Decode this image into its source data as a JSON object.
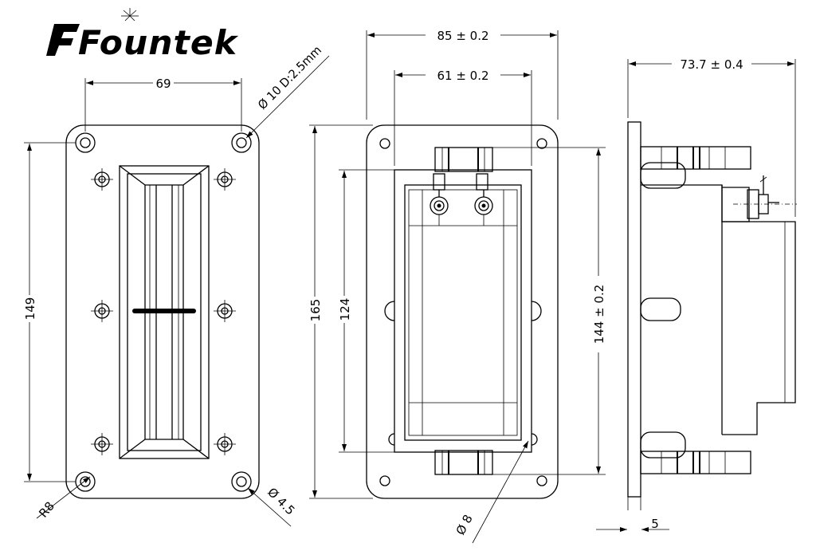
{
  "brand": {
    "name": "Fountek",
    "colors": {
      "ink": "#000000",
      "paper": "#ffffff"
    }
  },
  "front_view": {
    "mounting_hole_spacing": "69",
    "mounting_hole_height": "149",
    "hole_callout_top": "Ø 10 D:2.5mm",
    "hole_callout_bottom": "Ø 4.5",
    "corner_radius": "R8"
  },
  "middle_view": {
    "flange_width": "85 ± 0.2",
    "body_width": "61 ± 0.2",
    "flange_height": "165",
    "body_height": "124",
    "cutout_height": "144 ± 0.2",
    "pin_diameter": "Ø 8"
  },
  "side_view": {
    "depth": "73.7 ± 0.4",
    "flange_thickness": "5"
  }
}
